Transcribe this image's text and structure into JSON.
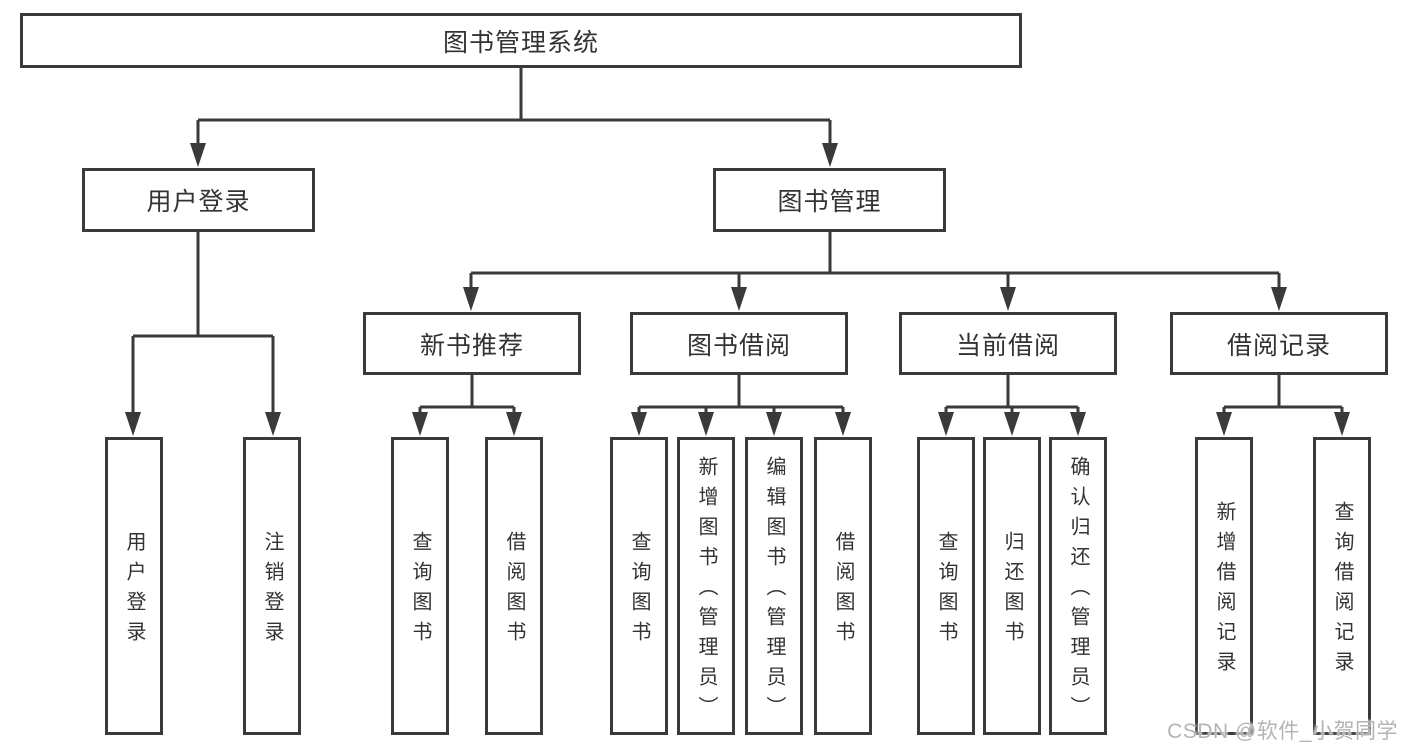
{
  "colors": {
    "background": "#ffffff",
    "line": "#3a3a3a",
    "box_border": "#3a3a3a",
    "text": "#333333",
    "watermark": "#b4b4b4"
  },
  "tree": {
    "root": {
      "label": "图书管理系统",
      "children": [
        {
          "label": "用户登录",
          "children": [
            {
              "label": "用户登录"
            },
            {
              "label": "注销登录"
            }
          ]
        },
        {
          "label": "图书管理",
          "children": [
            {
              "label": "新书推荐",
              "children": [
                {
                  "label": "查询图书"
                },
                {
                  "label": "借阅图书"
                }
              ]
            },
            {
              "label": "图书借阅",
              "children": [
                {
                  "label": "查询图书"
                },
                {
                  "label": "新增图书（管理员）"
                },
                {
                  "label": "编辑图书（管理员）"
                },
                {
                  "label": "借阅图书"
                }
              ]
            },
            {
              "label": "当前借阅",
              "children": [
                {
                  "label": "查询图书"
                },
                {
                  "label": "归还图书"
                },
                {
                  "label": "确认归还（管理员）"
                }
              ]
            },
            {
              "label": "借阅记录",
              "children": [
                {
                  "label": "新增借阅记录"
                },
                {
                  "label": "查询借阅记录"
                }
              ]
            }
          ]
        }
      ]
    }
  },
  "watermark": {
    "text": "CSDN @软件_小贺同学"
  }
}
